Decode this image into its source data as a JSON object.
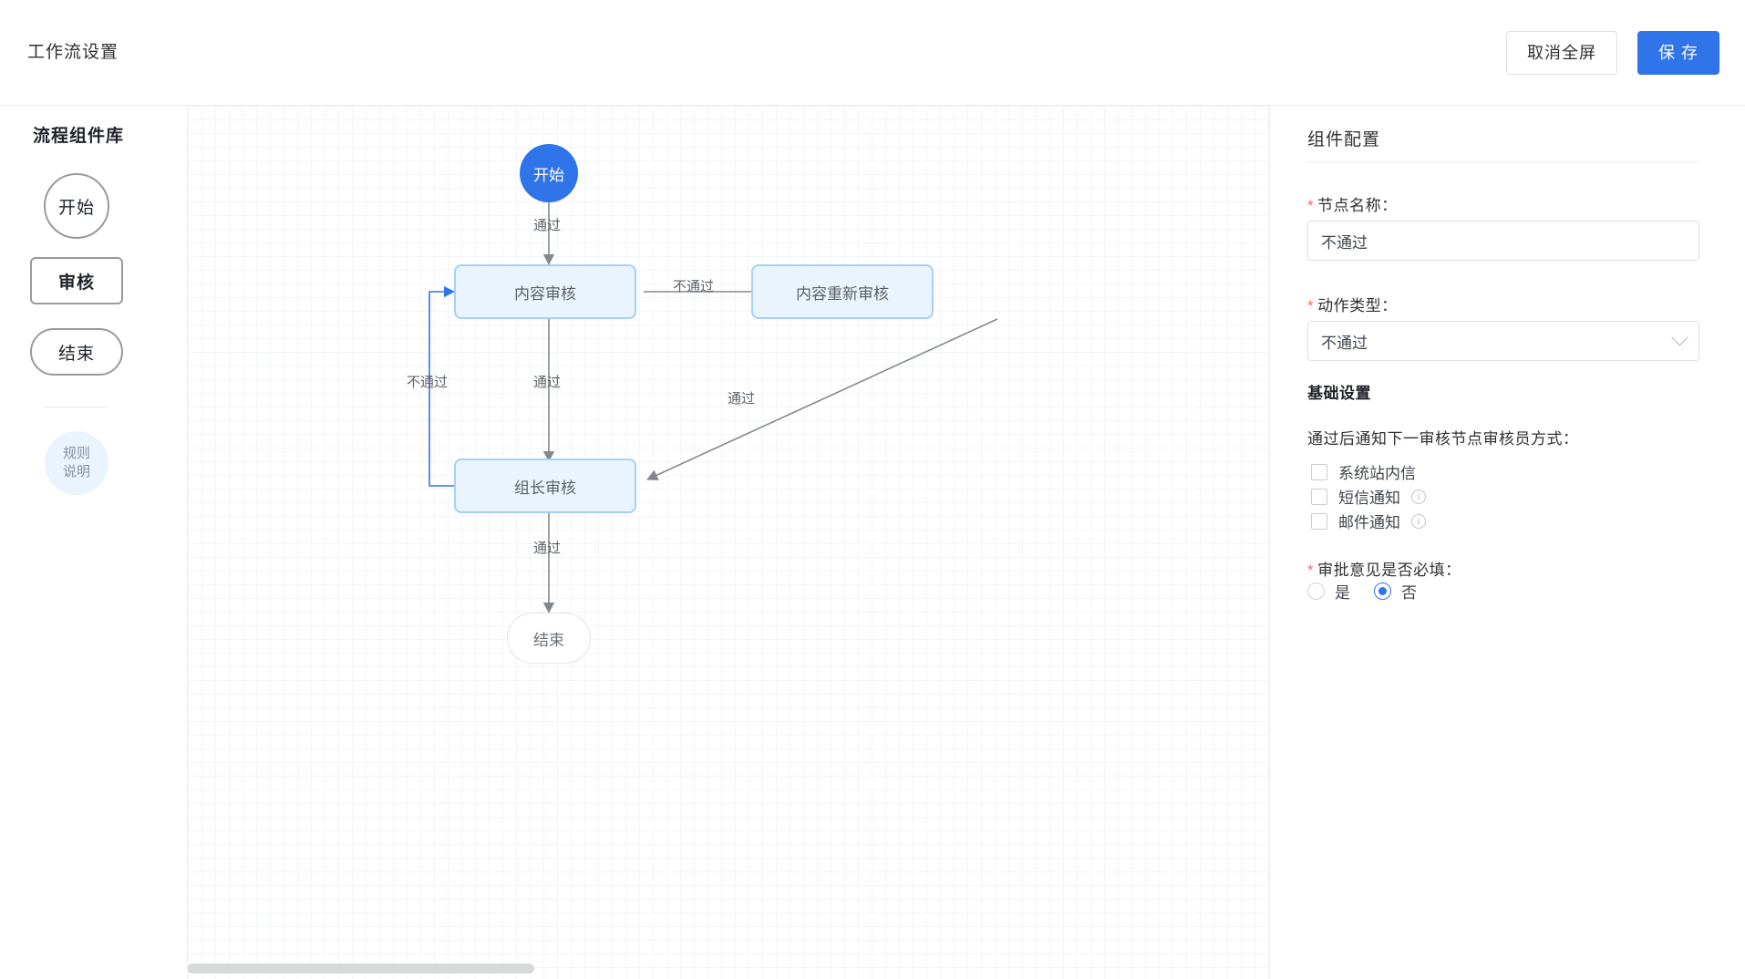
{
  "header": {
    "title": "工作流设置",
    "exit_fullscreen_label": "取消全屏",
    "save_label": "保 存"
  },
  "sidebar": {
    "title": "流程组件库",
    "items": [
      {
        "label": "开始",
        "shape": "circle"
      },
      {
        "label": "审核",
        "shape": "rect"
      },
      {
        "label": "结束",
        "shape": "pill"
      }
    ],
    "rule_item": {
      "line1": "规则",
      "line2": "说明"
    }
  },
  "canvas": {
    "nodes": [
      {
        "id": "start",
        "label": "开始",
        "type": "start"
      },
      {
        "id": "content_review",
        "label": "内容审核",
        "type": "audit"
      },
      {
        "id": "content_re_review",
        "label": "内容重新审核",
        "type": "audit"
      },
      {
        "id": "leader_review",
        "label": "组长审核",
        "type": "audit"
      },
      {
        "id": "end",
        "label": "结束",
        "type": "end"
      }
    ],
    "edges": [
      {
        "from": "start",
        "to": "content_review",
        "label": "通过",
        "selected": false
      },
      {
        "from": "content_review",
        "to": "content_re_review",
        "label": "不通过",
        "selected": false
      },
      {
        "from": "content_review",
        "to": "leader_review",
        "label": "通过",
        "selected": false
      },
      {
        "from": "content_re_review",
        "to": "leader_review",
        "label": "通过",
        "selected": false
      },
      {
        "from": "leader_review",
        "to": "content_review",
        "label": "不通过",
        "selected": true
      },
      {
        "from": "leader_review",
        "to": "end",
        "label": "通过",
        "selected": false
      }
    ]
  },
  "config": {
    "title": "组件配置",
    "node_name_label": "节点名称：",
    "node_name_value": "不通过",
    "action_type_label": "动作类型：",
    "action_type_value": "不通过",
    "basic_settings_title": "基础设置",
    "notify_label": "通过后通知下一审核节点审核员方式：",
    "notify_options": [
      {
        "label": "系统站内信",
        "checked": false,
        "has_info": false
      },
      {
        "label": "短信通知",
        "checked": false,
        "has_info": true
      },
      {
        "label": "邮件通知",
        "checked": false,
        "has_info": true
      }
    ],
    "comment_required_label": "审批意见是否必填：",
    "comment_required_options": [
      {
        "label": "是",
        "checked": false
      },
      {
        "label": "否",
        "checked": true
      }
    ],
    "required_star": "*"
  },
  "colors": {
    "primary": "#2f74e8",
    "node_fill": "#eaf4fe",
    "node_border": "#a5d0f7",
    "required": "#f56c6c"
  }
}
